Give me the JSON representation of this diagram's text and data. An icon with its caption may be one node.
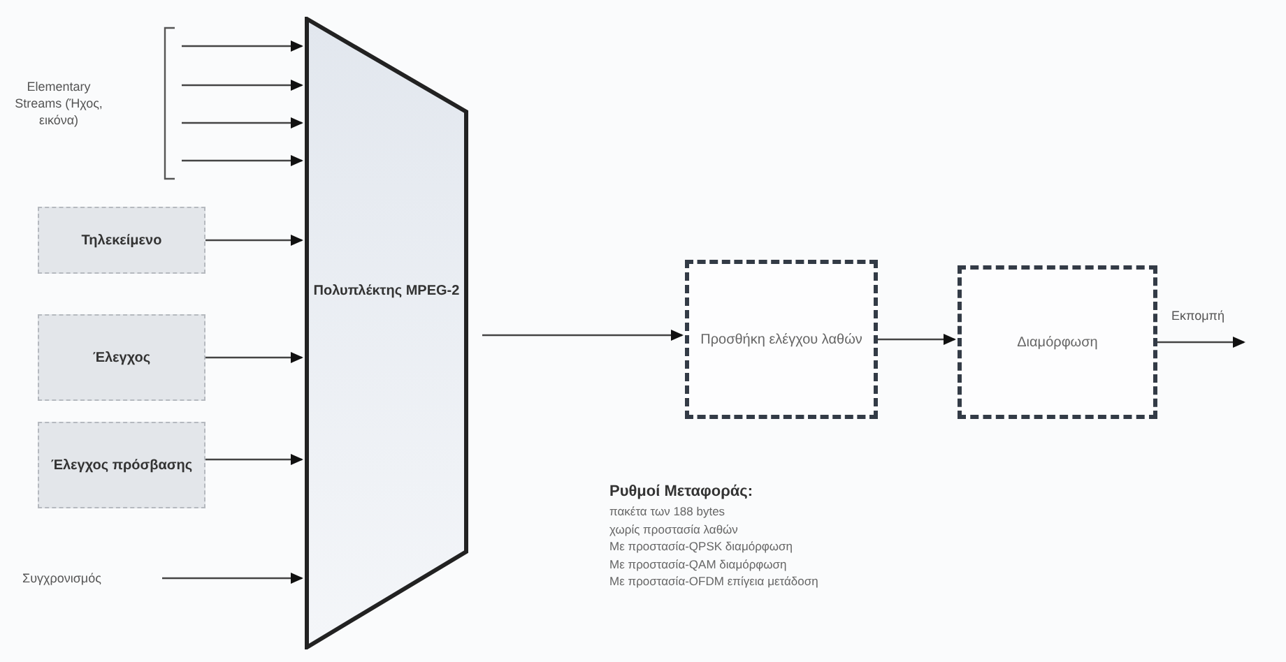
{
  "diagram": {
    "nodes": [
      {
        "text": [
          "Elementary Streams (Ήχος, εικόνα)"
        ]
      },
      {
        "text": [
          "Τηλεκείμενο"
        ]
      },
      {
        "text": [
          "Έλεγχος"
        ]
      },
      {
        "text": [
          "Έλεγχος πρόσβασης"
        ]
      },
      {
        "text": [
          "Συγχρονισμός"
        ]
      },
      {
        "text": [
          "Πολυπλέκτης MPEG-2"
        ]
      },
      {
        "text": [
          "Προσθήκη ελέγχου λαθών"
        ]
      },
      {
        "text": [
          "Διαμόρφωση"
        ]
      }
    ],
    "edges": [
      {
        "from": 0,
        "to": 5,
        "arrow": "to"
      },
      {
        "from": 0,
        "to": 5,
        "arrow": "to"
      },
      {
        "from": 0,
        "to": 5,
        "arrow": "to"
      },
      {
        "from": 0,
        "to": 5,
        "arrow": "to"
      },
      {
        "from": 1,
        "to": 5,
        "arrow": "to"
      },
      {
        "from": 2,
        "to": 5,
        "arrow": "to"
      },
      {
        "from": 3,
        "to": 5,
        "arrow": "to"
      },
      {
        "from": 4,
        "to": 5,
        "arrow": "to"
      },
      {
        "from": 5,
        "to": 6,
        "arrow": "to"
      },
      {
        "from": 6,
        "to": 7,
        "arrow": "to"
      },
      {
        "from": 7,
        "to": null,
        "label": "Εκπομπή",
        "arrow": "to"
      }
    ],
    "labels": [
      "Ρυθμοί Μεταφοράς:",
      "πακέτα των 188 bytes",
      "χωρίς προστασία λαθών",
      "Με προστασία-QPSK διαμόρφωση",
      "Με προστασία-QAM διαμόρφωση",
      "Με προστασία-OFDM επίγεια μετάδοση"
    ]
  }
}
